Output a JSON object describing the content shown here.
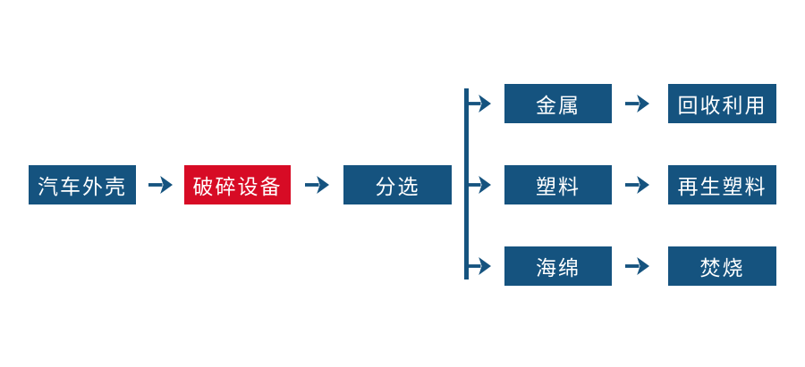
{
  "flowchart": {
    "colors": {
      "node_blue": "#15537F",
      "node_red": "#D70B25",
      "arrow": "#15537F",
      "text": "#FFFFFF",
      "background": "#FFFFFF"
    },
    "main_flow": [
      {
        "label": "汽车外壳",
        "variant": "blue"
      },
      {
        "label": "破碎设备",
        "variant": "red"
      },
      {
        "label": "分选",
        "variant": "blue"
      }
    ],
    "branches": [
      {
        "material": "金属",
        "outcome": "回收利用"
      },
      {
        "material": "塑料",
        "outcome": "再生塑料"
      },
      {
        "material": "海绵",
        "outcome": "焚烧"
      }
    ]
  }
}
